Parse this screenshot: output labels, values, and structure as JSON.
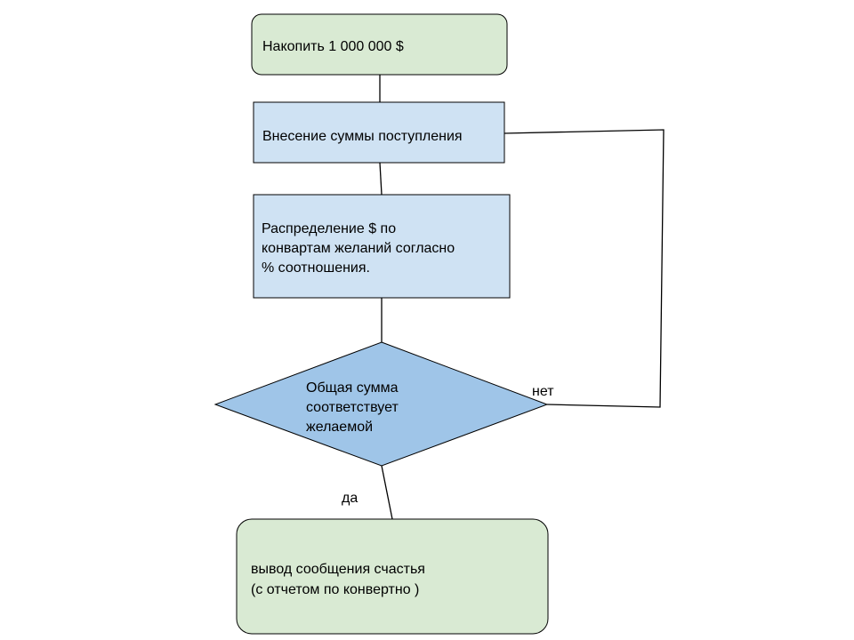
{
  "colors": {
    "terminal_fill": "#d9ead3",
    "process_fill": "#cfe2f3",
    "decision_fill": "#9fc5e8",
    "stroke": "#000000"
  },
  "nodes": {
    "start": {
      "lines": [
        "Накопить 1 000 000 $"
      ]
    },
    "input": {
      "lines": [
        "Внесение суммы поступления"
      ]
    },
    "distribute": {
      "lines": [
        "Распределение $ по",
        "конвартам желаний согласно",
        "% соотношения."
      ]
    },
    "decision": {
      "lines": [
        "Общая сумма",
        "соответствует",
        "желаемой"
      ]
    },
    "end": {
      "lines": [
        "вывод сообщения счастья",
        "(с отчетом по конвертно )"
      ]
    }
  },
  "edges": {
    "no_label": "нет",
    "yes_label": "да"
  }
}
